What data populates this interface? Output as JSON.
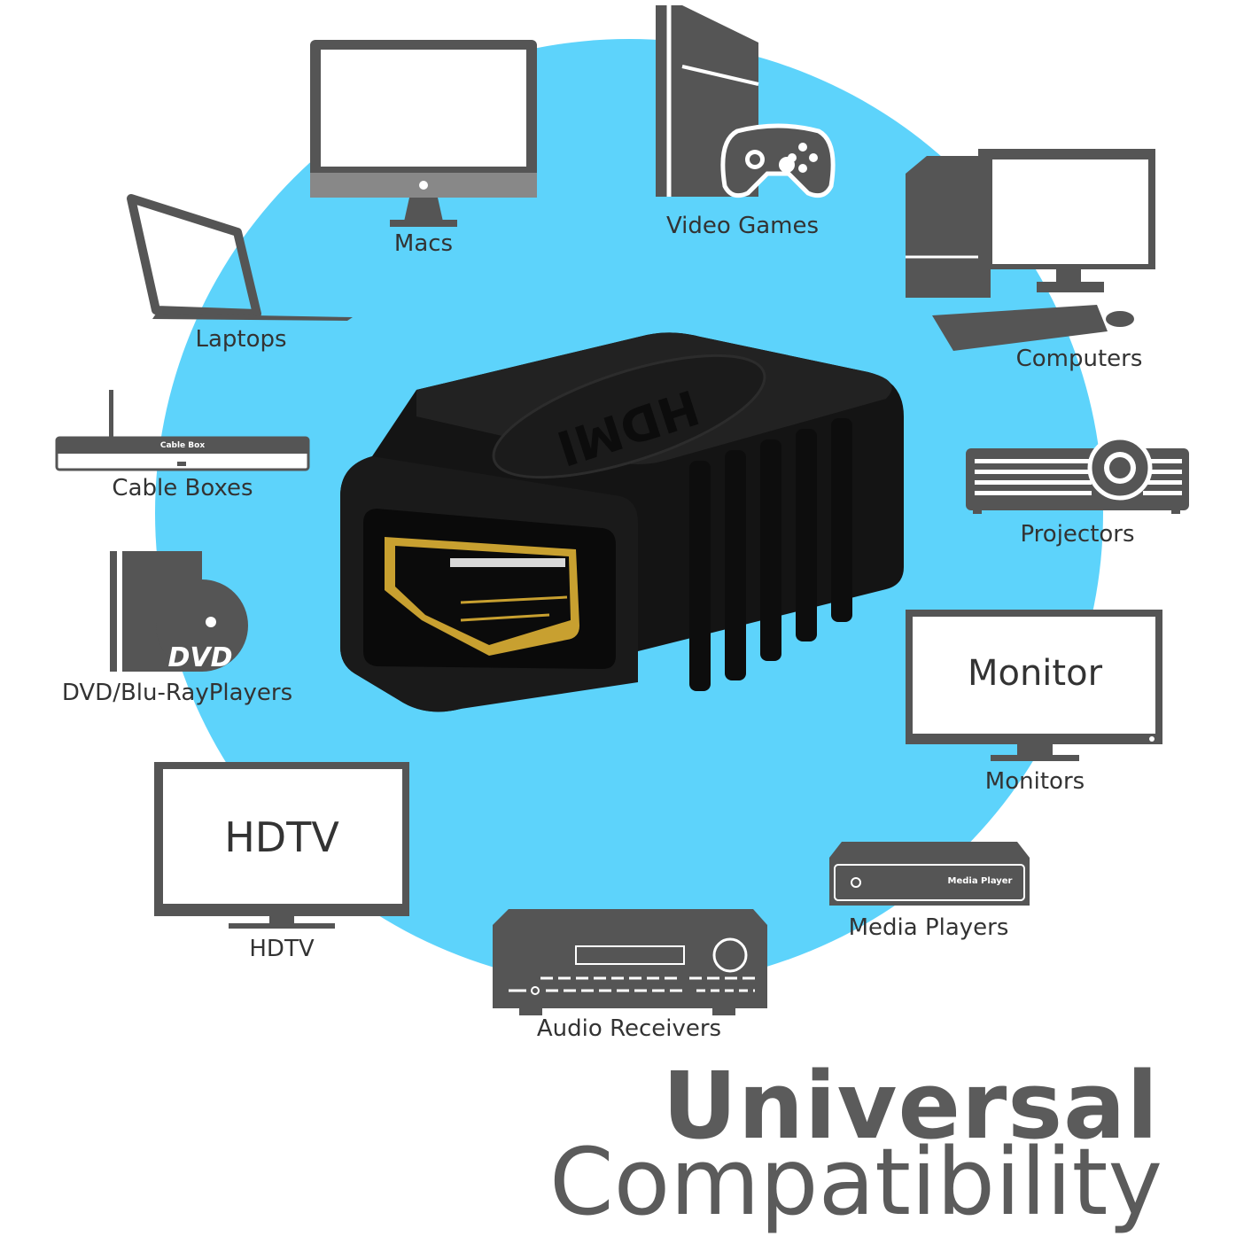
{
  "colors": {
    "circle": "#5dd3fb",
    "device": "#555555",
    "connector": "#111111",
    "gold": "#c8a030",
    "headline": "#5b5b5b"
  },
  "devices": {
    "macs": "Macs",
    "video_games": "Video Games",
    "computers": "Computers",
    "laptops": "Laptops",
    "cable_boxes": "Cable Boxes",
    "projectors": "Projectors",
    "dvd": "DVD/Blu-RayPlayers",
    "monitors": "Monitors",
    "hdtv": "HDTV",
    "media_players": "Media Players",
    "audio_receivers": "Audio Receivers"
  },
  "screens": {
    "monitor": "Monitor",
    "hdtv": "HDTV",
    "cable_box": "Cable Box",
    "media_player": "Media Player",
    "dvd_logo": "DVD",
    "hdmi_logo": "HDMI"
  },
  "headline": {
    "line1": "Universal",
    "line2": "Compatibility"
  }
}
